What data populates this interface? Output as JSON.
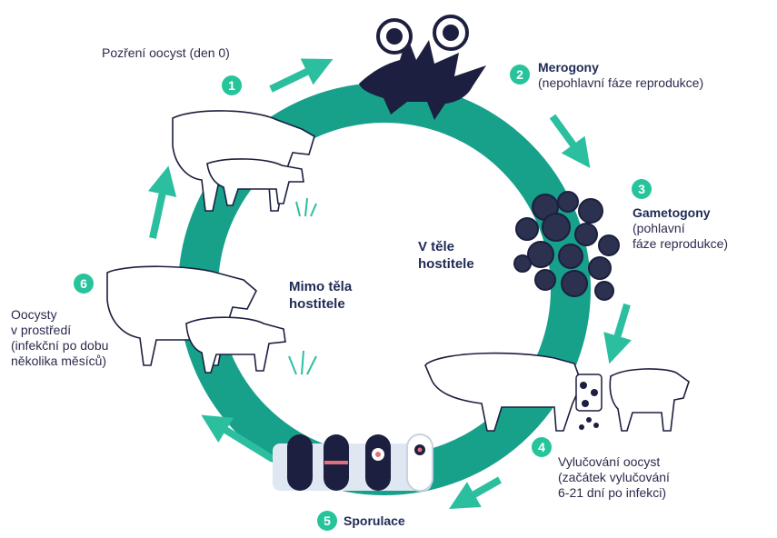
{
  "colors": {
    "ring": "#17a08a",
    "badge": "#27c49b",
    "arrow": "#2bbfa0",
    "parasite": "#1c1f3f",
    "text": "#2b2b4d",
    "title": "#1f2a55"
  },
  "center_labels": {
    "inside": [
      "V těle",
      "hostitele"
    ],
    "outside": [
      "Mimo těla",
      "hostitele"
    ]
  },
  "stages": [
    {
      "number": "1",
      "lines": [
        "Pozření oocyst (den 0)"
      ]
    },
    {
      "number": "2",
      "title": "Merogony",
      "lines": [
        "(nepohlavní fáze reprodukce)"
      ]
    },
    {
      "number": "3",
      "title": "Gametogony",
      "lines": [
        "(pohlavní",
        "fáze reprodukce)"
      ]
    },
    {
      "number": "4",
      "lines": [
        "Vylučování oocyst",
        "(začátek vylučování",
        "6-21 dní po infekci)"
      ]
    },
    {
      "number": "5",
      "title": "Sporulace",
      "lines": []
    },
    {
      "number": "6",
      "lines": [
        "Oocysty",
        "v prostředí",
        "(infekční po dobu",
        "několika měsíců)"
      ]
    }
  ],
  "icons": {
    "cow_top": "cow-with-calf-icon",
    "cow_left": "cow-with-calf-icon",
    "cow_right": "cow-with-calf-icon",
    "merogony": "merozoite-cells-icon",
    "gametogony": "gamete-cluster-icon",
    "sporulation": "oocyst-sporulation-icon",
    "grass": "grass-icon",
    "feces": "feces-icon"
  }
}
